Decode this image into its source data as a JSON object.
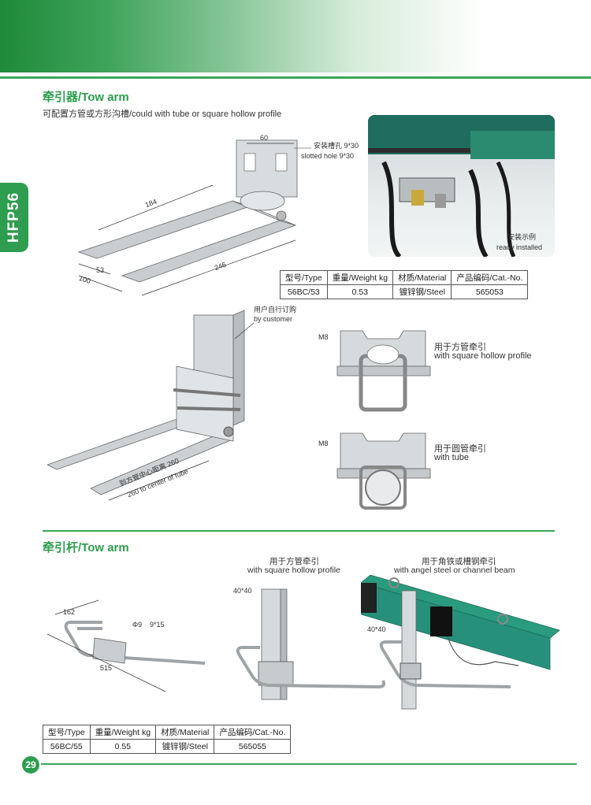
{
  "side_tab": "HFP56",
  "section1": {
    "title": "牵引器/Tow arm",
    "subtitle": "可配置方管或方形沟槽/could with tube or square hollow profile",
    "diagram1": {
      "dim_top": "60",
      "dim_length": "184",
      "dim_53": "53",
      "dim_100": "100",
      "dim_246": "246",
      "slot_cn": "安装槽孔 9*30",
      "slot_en": "slotted hole 9*30"
    },
    "photo": {
      "caption_cn": "安装示例",
      "caption_en": "ready installed"
    },
    "table": {
      "headers": [
        "型号/Type",
        "重量/Weight kg",
        "材质/Material",
        "产品编码/Cat.-No."
      ],
      "row": [
        "56BC/53",
        "0.53",
        "镀锌钢/Steel",
        "565053"
      ]
    },
    "diagram2": {
      "customer_cn": "用户自行订购",
      "customer_en": "by customer",
      "dim_cn": "到方管中心距离 260",
      "dim_en": "260 to center of tube"
    },
    "square": {
      "m8": "M8",
      "cn": "用于方管牵引",
      "en": "with square hollow profile"
    },
    "round": {
      "m8": "M8",
      "cn": "用于圆管牵引",
      "en": "with tube"
    }
  },
  "section2": {
    "title": "牵引杆/Tow arm",
    "diagram": {
      "dim_162": "162",
      "dim_phi": "Φ9",
      "dim_915": "9*15",
      "dim_515": "515"
    },
    "square": {
      "cn": "用于方管牵引",
      "en": "with square hollow profile",
      "size": "40*40"
    },
    "angle": {
      "cn": "用于角铁或槽钢牵引",
      "en": "with angel steel or channel beam",
      "size": "40*40"
    },
    "table": {
      "headers": [
        "型号/Type",
        "重量/Weight kg",
        "材质/Material",
        "产品编码/Cat.-No."
      ],
      "row": [
        "56BC/55",
        "0.55",
        "镀锌钢/Steel",
        "565055"
      ]
    }
  },
  "page_number": "29"
}
